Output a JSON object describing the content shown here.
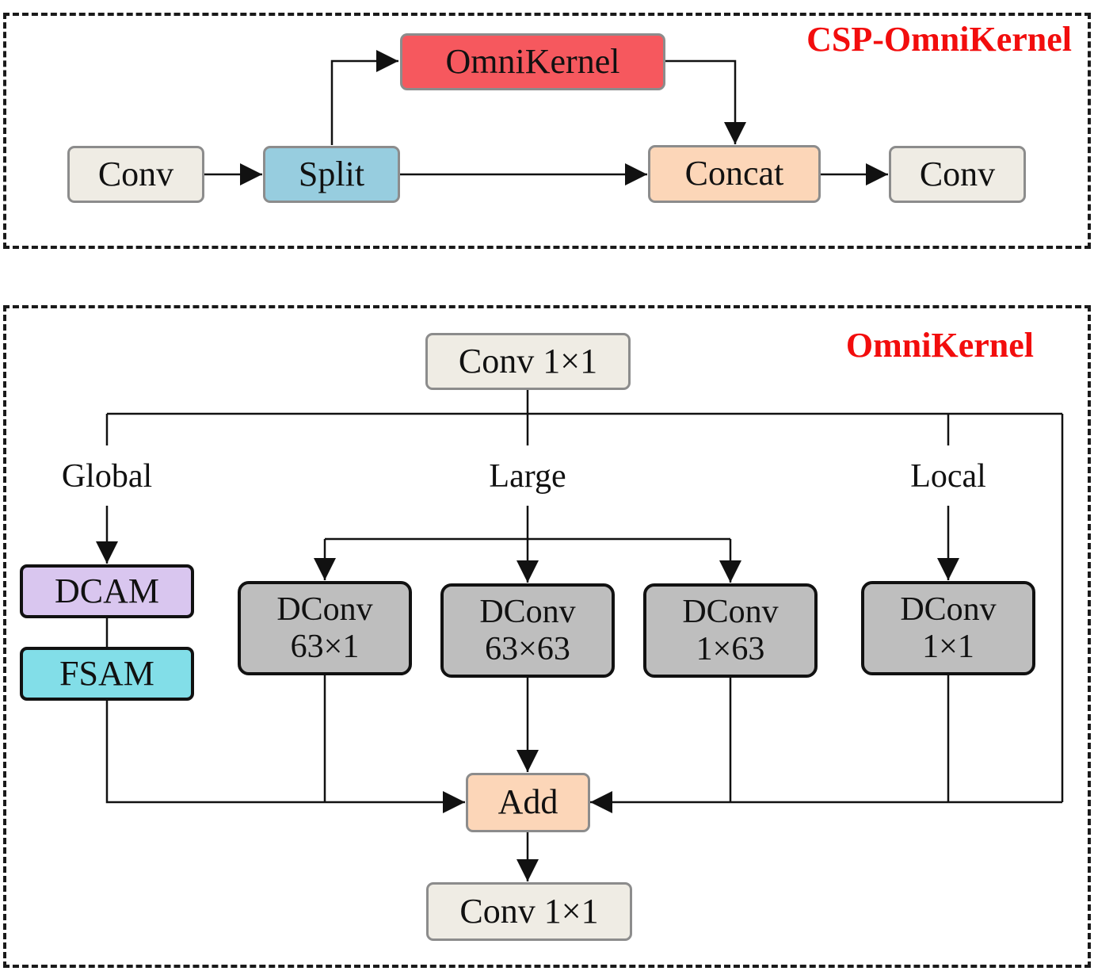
{
  "colors": {
    "conv": "#efece4",
    "split": "#97cddf",
    "omnikernel": "#f6585e",
    "concat": "#fcd6b8",
    "dcam": "#d9c6ef",
    "fsam": "#82dee8",
    "dconv": "#bebebe",
    "add": "#fcd6b8",
    "title": "#f20d0d"
  },
  "csp": {
    "title": "CSP-OmniKernel",
    "conv_in": "Conv",
    "split": "Split",
    "omnikernel": "OmniKernel",
    "concat": "Concat",
    "conv_out": "Conv"
  },
  "omni": {
    "title": "OmniKernel",
    "conv_top": "Conv 1×1",
    "labels": {
      "global": "Global",
      "large": "Large",
      "local": "Local"
    },
    "dcam": "DCAM",
    "fsam": "FSAM",
    "dconv": [
      {
        "name": "DConv",
        "size": "63×1"
      },
      {
        "name": "DConv",
        "size": "63×63"
      },
      {
        "name": "DConv",
        "size": "1×63"
      },
      {
        "name": "DConv",
        "size": "1×1"
      }
    ],
    "add": "Add",
    "conv_bottom": "Conv 1×1"
  }
}
